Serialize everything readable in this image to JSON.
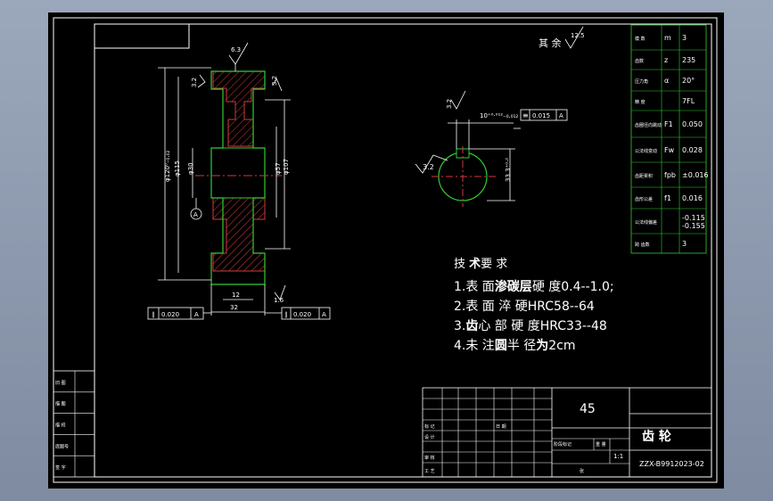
{
  "drawing": {
    "title": "齿    轮",
    "material": "45",
    "drawing_number": "ZZX-B9912023-02",
    "scale": "1:1"
  },
  "surface_note": {
    "label": "其 余",
    "value": "12.5"
  },
  "tech_requirements": {
    "heading": [
      "技 ",
      "术",
      "要 求"
    ],
    "lines": [
      [
        "1.表 面",
        "渗碳层",
        "硬 度0.4--1.0;"
      ],
      [
        "2.表 面 淬 硬HRC58--64"
      ],
      [
        "3.",
        "齿",
        "心 部 硬 度HRC33--48"
      ],
      [
        "4.未 注",
        "圆",
        "半 径",
        "为",
        "2cm"
      ]
    ]
  },
  "param_table": [
    {
      "label": "模 数",
      "symbol": "m",
      "value": "3"
    },
    {
      "label": "齿数",
      "symbol": "z",
      "value": "235"
    },
    {
      "label": "压力角",
      "symbol": "α",
      "value": "20°"
    },
    {
      "label": "精 度",
      "symbol": "",
      "value": "7FL"
    },
    {
      "label": "齿圈径向跳动",
      "symbol": "F1",
      "value": "0.050"
    },
    {
      "label": "公法线变动",
      "symbol": "Fw",
      "value": "0.028"
    },
    {
      "label": "齿距累积",
      "symbol": "fpb",
      "value": "±0.016"
    },
    {
      "label": "齿形公差",
      "symbol": "f1",
      "value": "0.016"
    },
    {
      "label": "公法线偏差",
      "symbol": "",
      "value": "-0.115\n-0.155"
    },
    {
      "label": "跨 齿数",
      "symbol": "",
      "value": "3"
    }
  ],
  "title_block": {
    "design": "设 计",
    "mark": "标 记",
    "date": "日 期",
    "sheets": "张",
    "check": "审 核",
    "process": "工 艺",
    "weight": "重 量",
    "stage": "阶段标记"
  },
  "left_block": [
    "旧 图",
    "描 图",
    "描 校",
    "底图号",
    "签 字"
  ],
  "dims": {
    "roughness_top": "6.3",
    "roughness_a": "3.2",
    "roughness_b": "3.2",
    "roughness_c": "1.6",
    "roughness_d": "3.2",
    "roughness_e": "3.2",
    "dia_outer": "φ120⁰₋₀.₀₂",
    "dia_1": "φ115",
    "dia_2": "φ30",
    "dia_3": "φ57",
    "dia_4": "φ107",
    "width_12": "12",
    "width_32": "32",
    "datum": "A",
    "tol_left": "0.020",
    "tol_right": "0.020",
    "keyway_w": "10⁺⁰·⁰¹²₋₀.₀₁₂",
    "keyway_h": "33.3⁺⁰·²",
    "tol_key": "0.015"
  }
}
